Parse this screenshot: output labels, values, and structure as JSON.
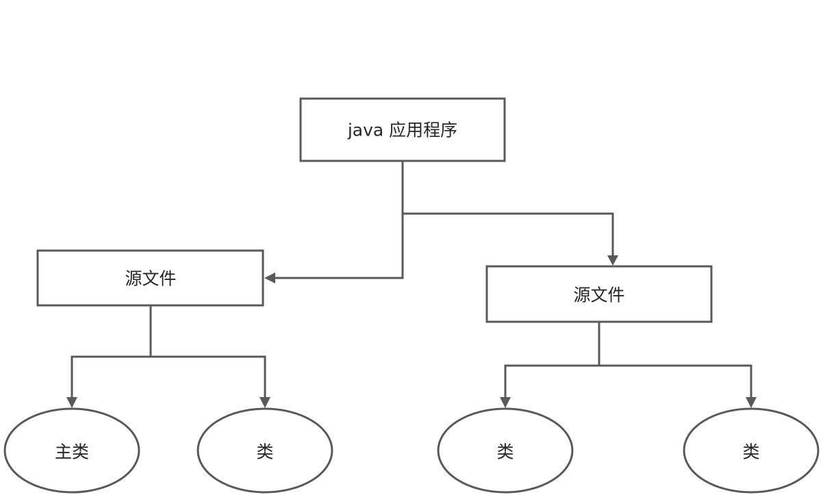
{
  "diagram": {
    "root": {
      "label": "java 应用程序"
    },
    "files": [
      {
        "label": "源文件",
        "classes": [
          {
            "label": "主类"
          },
          {
            "label": "类"
          }
        ]
      },
      {
        "label": "源文件",
        "classes": [
          {
            "label": "类"
          },
          {
            "label": "类"
          }
        ]
      }
    ]
  },
  "colors": {
    "stroke": "#595959",
    "text": "#262626",
    "background": "#ffffff"
  }
}
